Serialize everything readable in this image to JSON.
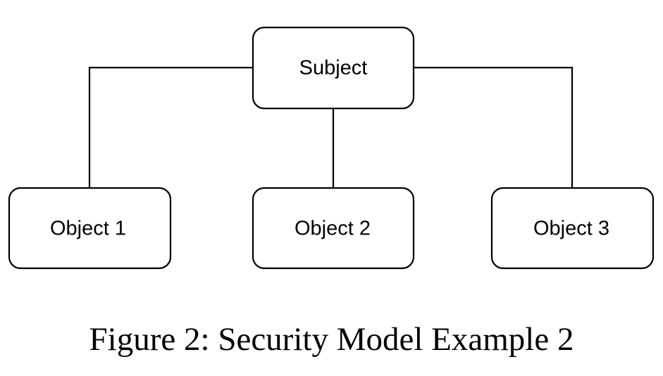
{
  "diagram": {
    "root": {
      "label": "Subject"
    },
    "children": [
      {
        "label": "Object 1"
      },
      {
        "label": "Object 2"
      },
      {
        "label": "Object 3"
      }
    ]
  },
  "caption": "Figure 2: Security Model Example 2",
  "colors": {
    "stroke": "#000000",
    "fill": "#ffffff",
    "text": "#000000"
  }
}
